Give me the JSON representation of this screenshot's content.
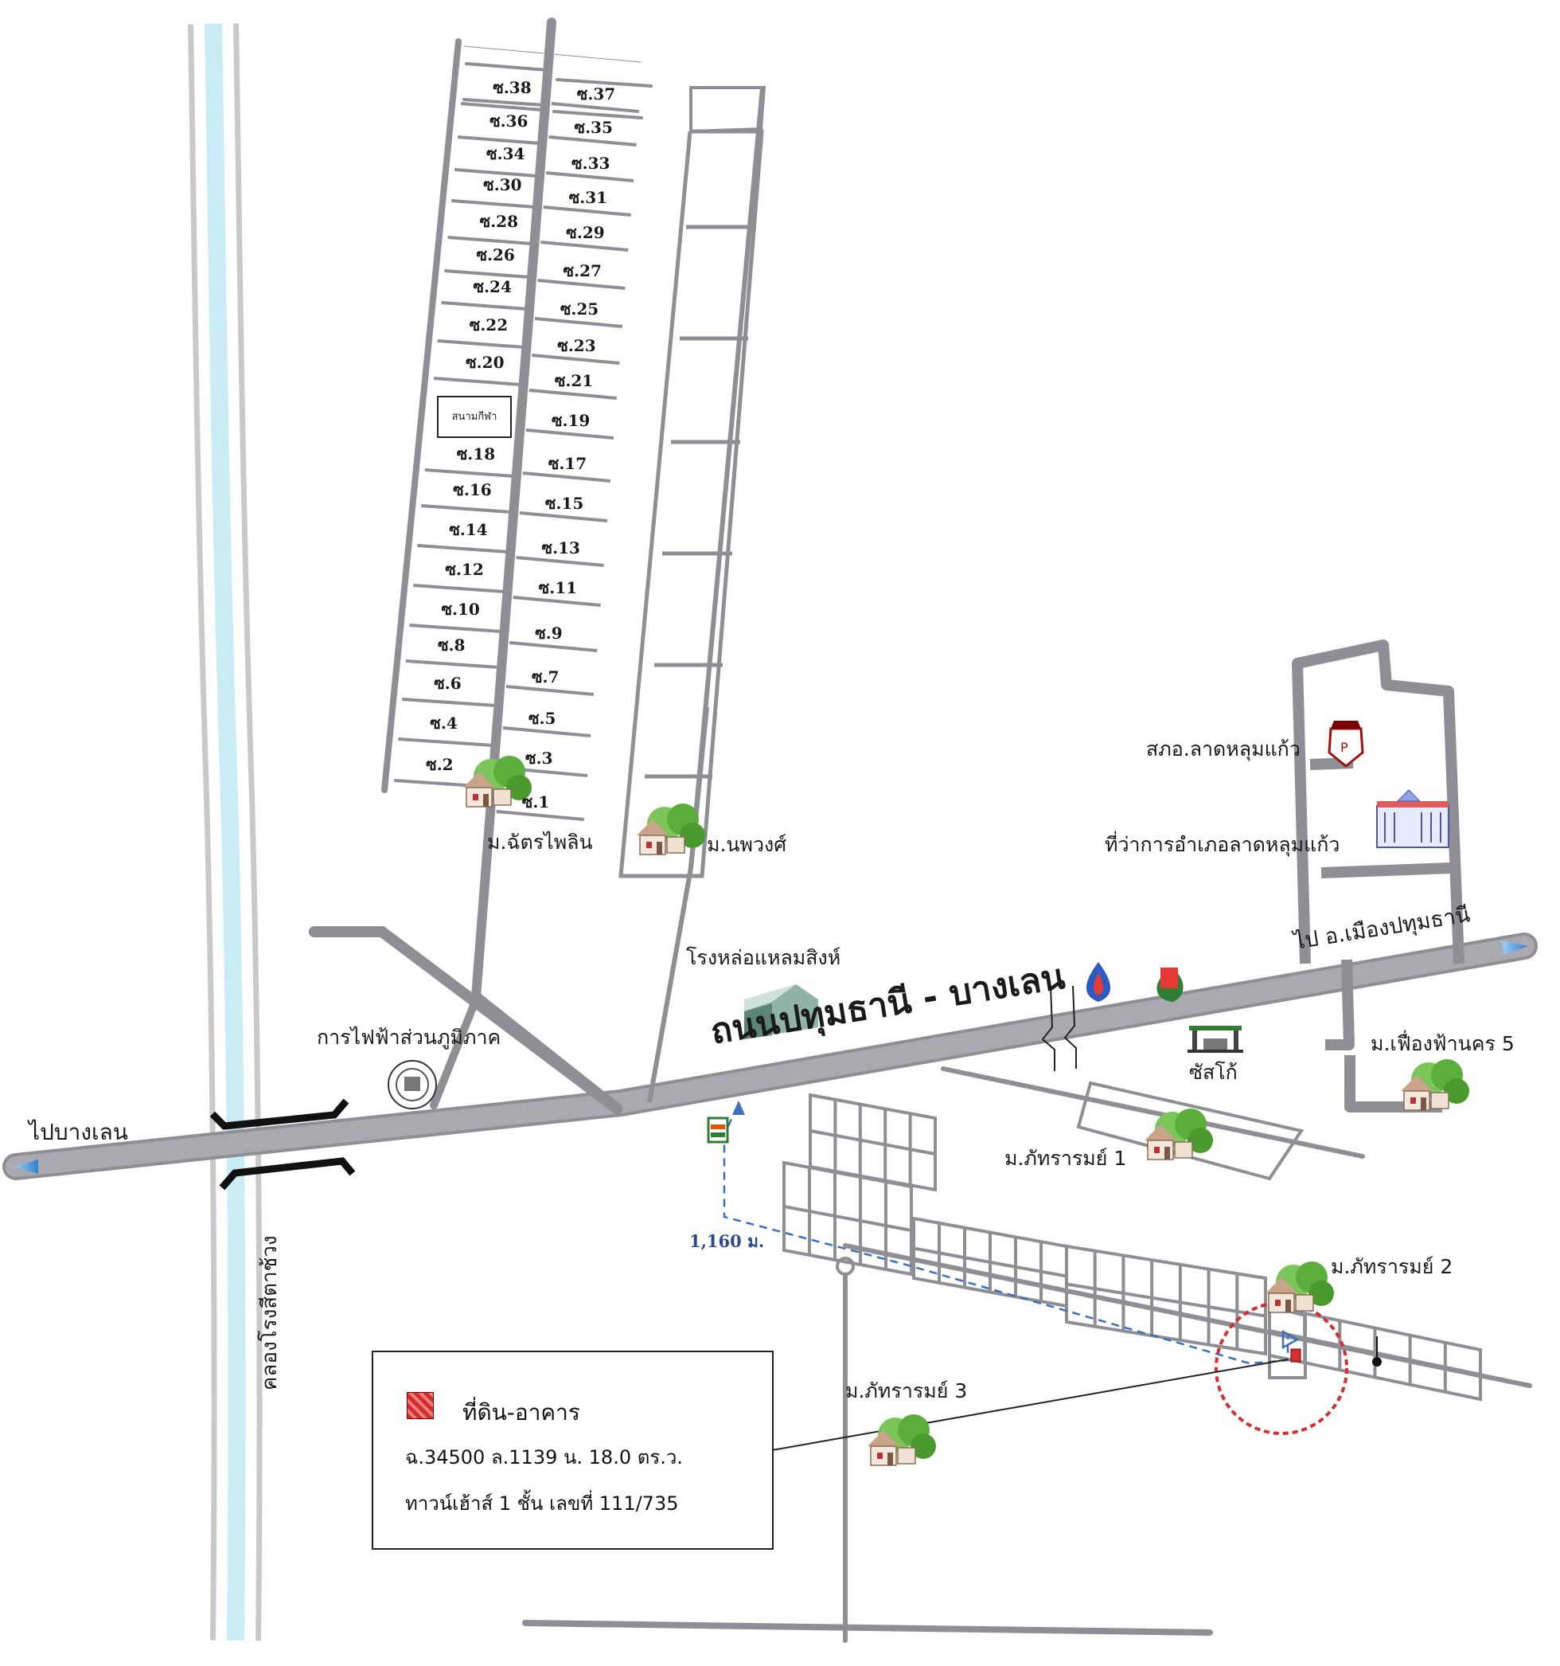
{
  "roads": {
    "main_road": "ถนนปทุมธานี - บางเลน",
    "to_left": "ไปบางเลน",
    "to_right": "ไป อ.เมืองปทุมธานี",
    "canal": "คลองโรงสีตาช้วง"
  },
  "soi_left": [
    "ซ.38",
    "ซ.36",
    "ซ.34",
    "ซ.30",
    "ซ.28",
    "ซ.26",
    "ซ.24",
    "ซ.22",
    "ซ.20",
    "ซ.18",
    "ซ.16",
    "ซ.14",
    "ซ.12",
    "ซ.10",
    "ซ.8",
    "ซ.6",
    "ซ.4",
    "ซ.2"
  ],
  "soi_right": [
    "ซ.37",
    "ซ.35",
    "ซ.33",
    "ซ.31",
    "ซ.29",
    "ซ.27",
    "ซ.25",
    "ซ.23",
    "ซ.21",
    "ซ.19",
    "ซ.17",
    "ซ.15",
    "ซ.13",
    "ซ.11",
    "ซ.9",
    "ซ.7",
    "ซ.5",
    "ซ.3",
    "ซ.1"
  ],
  "stadium": "สนามกีฬา",
  "places": {
    "chatphailin": "ม.ฉัตรไพลิน",
    "noppawong": "ม.นพวงศ์",
    "brewery": "โรงหล่อแหลมสิงห์",
    "pea": "การไฟฟ้าส่วนภูมิภาค",
    "police": "สภอ.ลาดหลุมแก้ว",
    "district_office": "ที่ว่าการอำเภอลาดหลุมแก้ว",
    "phueangfa": "ม.เฟื่องฟ้านคร 5",
    "sasco": "ซัสโก้",
    "phattharam1": "ม.ภัทรารมย์ 1",
    "phattharam2": "ม.ภัทรารมย์ 2",
    "phattharam3": "ม.ภัทรารมย์ 3"
  },
  "distance": "1,160 ม.",
  "legend": {
    "title": "ที่ดิน-อาคาร",
    "line1": "ฉ.34500  ล.1139  น. 18.0 ตร.ว.",
    "line2": "ทาวน์เฮ้าส์ 1 ชั้น เลขที่ 111/735"
  },
  "colors": {
    "road": "#a6a6aa",
    "road_edge": "#8d8d93",
    "canal": "#bfe3ee",
    "route": "#3b6fbf",
    "target": "#d32f2f",
    "house_green": "#5cae3c"
  }
}
